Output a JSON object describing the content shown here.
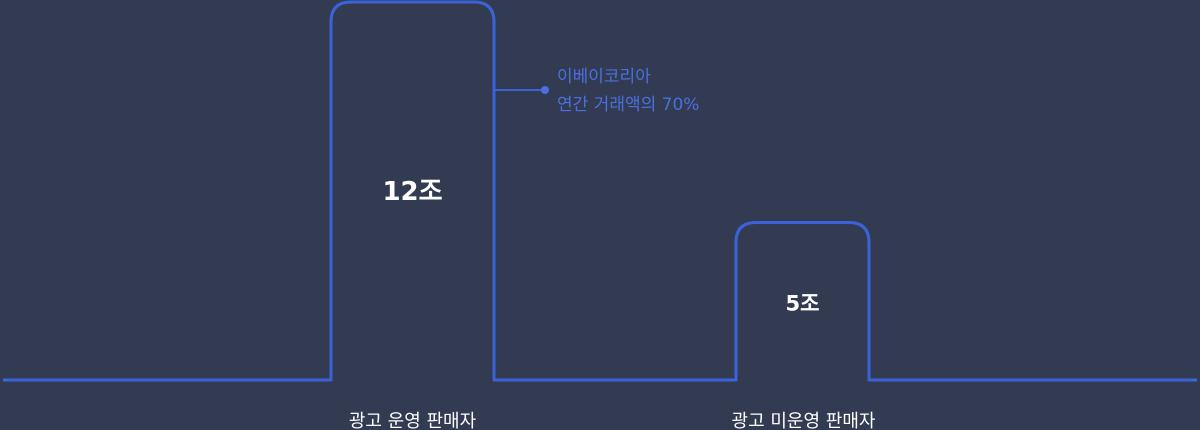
{
  "colors": {
    "background": "#333b53",
    "line": "#3b63d9",
    "annotation": "#4a6fe0",
    "text": "#ffffff"
  },
  "chart_data": {
    "type": "bar",
    "categories": [
      "광고 운영 판매자",
      "광고 미운영 판매자"
    ],
    "values": [
      12,
      5
    ],
    "value_labels": [
      "12조",
      "5조"
    ],
    "ylim": [
      0,
      12
    ],
    "grid": false,
    "title": "",
    "xlabel": "",
    "ylabel": "",
    "annotation": {
      "target_category": "광고 운영 판매자",
      "lines": [
        "이베이코리아",
        "연간 거래액의 70%"
      ]
    }
  }
}
